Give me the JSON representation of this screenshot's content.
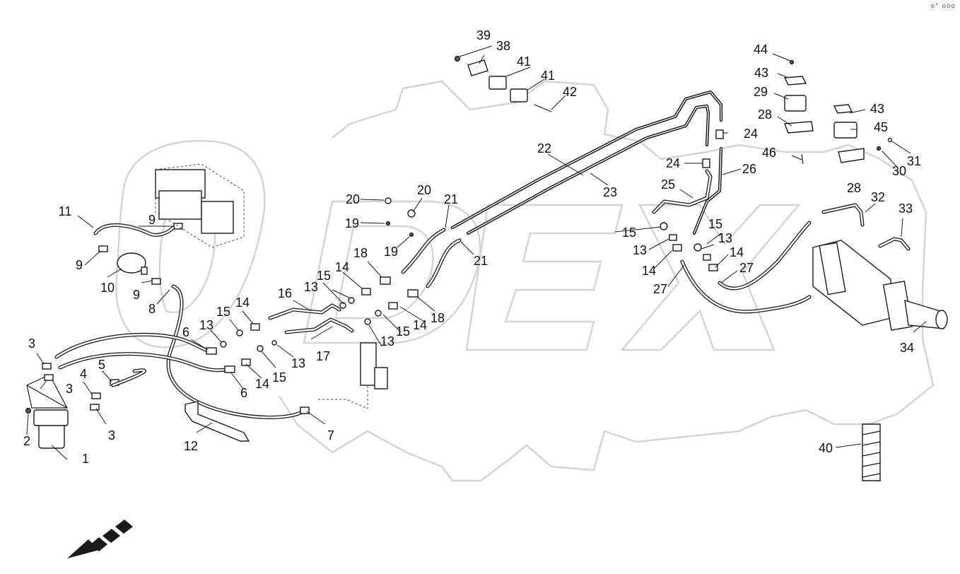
{
  "corner_text": "e° ooo",
  "callouts": [
    {
      "id": "1",
      "text": "1"
    },
    {
      "id": "2",
      "text": "2"
    },
    {
      "id": "3a",
      "text": "3"
    },
    {
      "id": "3b",
      "text": "3"
    },
    {
      "id": "3c",
      "text": "3"
    },
    {
      "id": "4",
      "text": "4"
    },
    {
      "id": "5",
      "text": "5"
    },
    {
      "id": "6a",
      "text": "6"
    },
    {
      "id": "6b",
      "text": "6"
    },
    {
      "id": "7",
      "text": "7"
    },
    {
      "id": "8",
      "text": "8"
    },
    {
      "id": "9a",
      "text": "9"
    },
    {
      "id": "9b",
      "text": "9"
    },
    {
      "id": "9c",
      "text": "9"
    },
    {
      "id": "10",
      "text": "10"
    },
    {
      "id": "11",
      "text": "11"
    },
    {
      "id": "12",
      "text": "12"
    },
    {
      "id": "13a",
      "text": "13"
    },
    {
      "id": "13b",
      "text": "13"
    },
    {
      "id": "13c",
      "text": "13"
    },
    {
      "id": "13d",
      "text": "13"
    },
    {
      "id": "13e",
      "text": "13"
    },
    {
      "id": "13f",
      "text": "13"
    },
    {
      "id": "14a",
      "text": "14"
    },
    {
      "id": "14b",
      "text": "14"
    },
    {
      "id": "14c",
      "text": "14"
    },
    {
      "id": "14d",
      "text": "14"
    },
    {
      "id": "14e",
      "text": "14"
    },
    {
      "id": "14f",
      "text": "14"
    },
    {
      "id": "15a",
      "text": "15"
    },
    {
      "id": "15b",
      "text": "15"
    },
    {
      "id": "15c",
      "text": "15"
    },
    {
      "id": "15d",
      "text": "15"
    },
    {
      "id": "15e",
      "text": "15"
    },
    {
      "id": "15f",
      "text": "15"
    },
    {
      "id": "16",
      "text": "16"
    },
    {
      "id": "17",
      "text": "17"
    },
    {
      "id": "18a",
      "text": "18"
    },
    {
      "id": "18b",
      "text": "18"
    },
    {
      "id": "19a",
      "text": "19"
    },
    {
      "id": "19b",
      "text": "19"
    },
    {
      "id": "20a",
      "text": "20"
    },
    {
      "id": "20b",
      "text": "20"
    },
    {
      "id": "21a",
      "text": "21"
    },
    {
      "id": "21b",
      "text": "21"
    },
    {
      "id": "22",
      "text": "22"
    },
    {
      "id": "23",
      "text": "23"
    },
    {
      "id": "24a",
      "text": "24"
    },
    {
      "id": "24b",
      "text": "24"
    },
    {
      "id": "25",
      "text": "25"
    },
    {
      "id": "26",
      "text": "26"
    },
    {
      "id": "27a",
      "text": "27"
    },
    {
      "id": "27b",
      "text": "27"
    },
    {
      "id": "28a",
      "text": "28"
    },
    {
      "id": "28b",
      "text": "28"
    },
    {
      "id": "29",
      "text": "29"
    },
    {
      "id": "30",
      "text": "30"
    },
    {
      "id": "31",
      "text": "31"
    },
    {
      "id": "32",
      "text": "32"
    },
    {
      "id": "33",
      "text": "33"
    },
    {
      "id": "34",
      "text": "34"
    },
    {
      "id": "38",
      "text": "38"
    },
    {
      "id": "39",
      "text": "39"
    },
    {
      "id": "40",
      "text": "40"
    },
    {
      "id": "41a",
      "text": "41"
    },
    {
      "id": "41b",
      "text": "41"
    },
    {
      "id": "42",
      "text": "42"
    },
    {
      "id": "43a",
      "text": "43"
    },
    {
      "id": "43b",
      "text": "43"
    },
    {
      "id": "44",
      "text": "44"
    },
    {
      "id": "45",
      "text": "45"
    },
    {
      "id": "46",
      "text": "46"
    }
  ]
}
